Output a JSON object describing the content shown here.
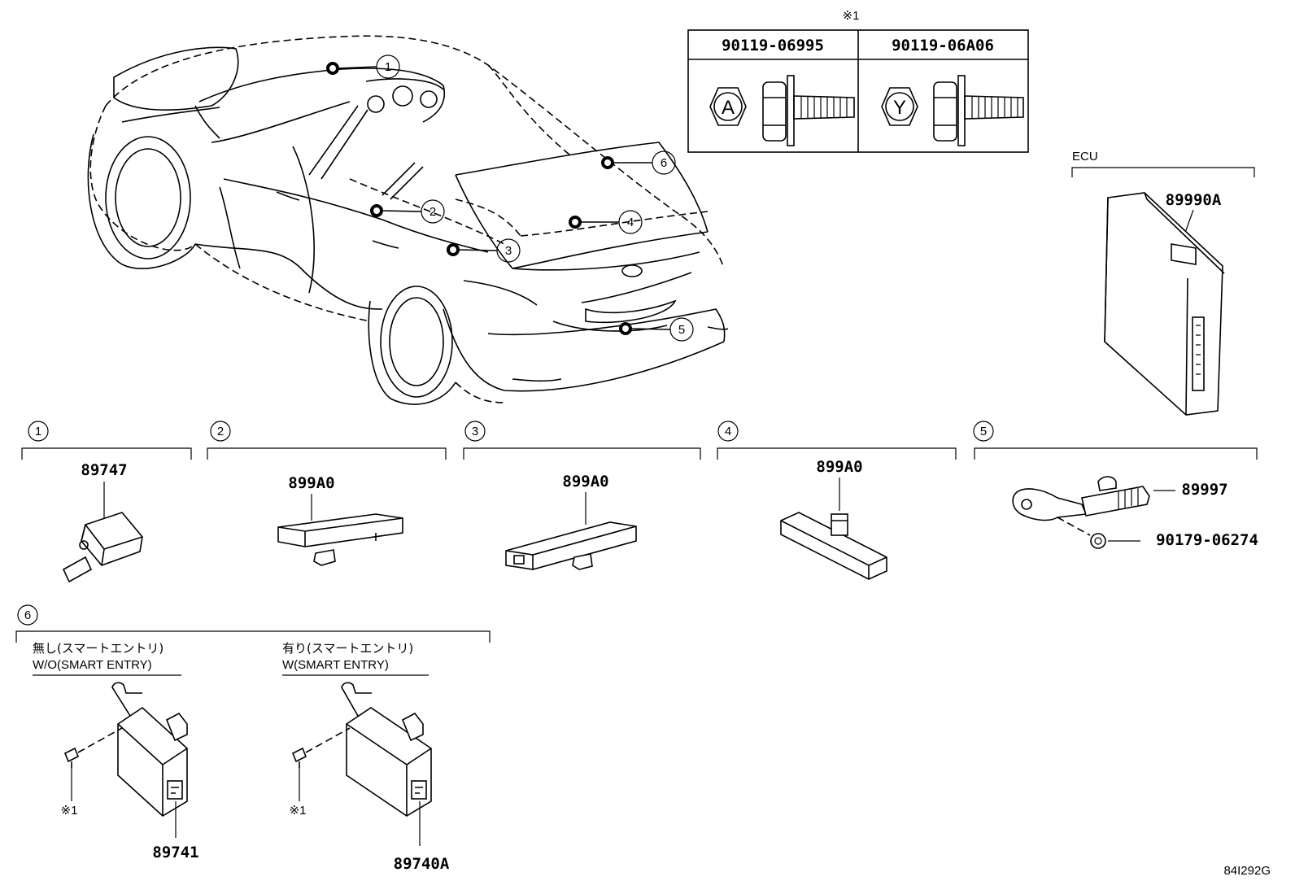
{
  "fastener_table": {
    "note": "※1",
    "columns": [
      {
        "part_no": "90119-06995",
        "head_letter": "A"
      },
      {
        "part_no": "90119-06A06",
        "head_letter": "Y"
      }
    ]
  },
  "overview_callouts": [
    "1",
    "2",
    "3",
    "4",
    "5",
    "6"
  ],
  "ecu": {
    "label": "ECU",
    "part_no": "89990A"
  },
  "groups": [
    {
      "num": "1",
      "part_no": "89747"
    },
    {
      "num": "2",
      "part_no": "899A0"
    },
    {
      "num": "3",
      "part_no": "899A0"
    },
    {
      "num": "4",
      "part_no": "899A0"
    },
    {
      "num": "5",
      "part_no": "89997",
      "sub_part_no": "90179-06274"
    }
  ],
  "group6": {
    "num": "6",
    "variants": [
      {
        "label_jp": "無し(スマートエントリ)",
        "label_en": "W/O(SMART ENTRY)",
        "part_no": "89741",
        "screw_note": "※1"
      },
      {
        "label_jp": "有り(スマートエントリ)",
        "label_en": "W(SMART ENTRY)",
        "part_no": "89740A",
        "screw_note": "※1"
      }
    ]
  },
  "drawing_id": "84I292G"
}
